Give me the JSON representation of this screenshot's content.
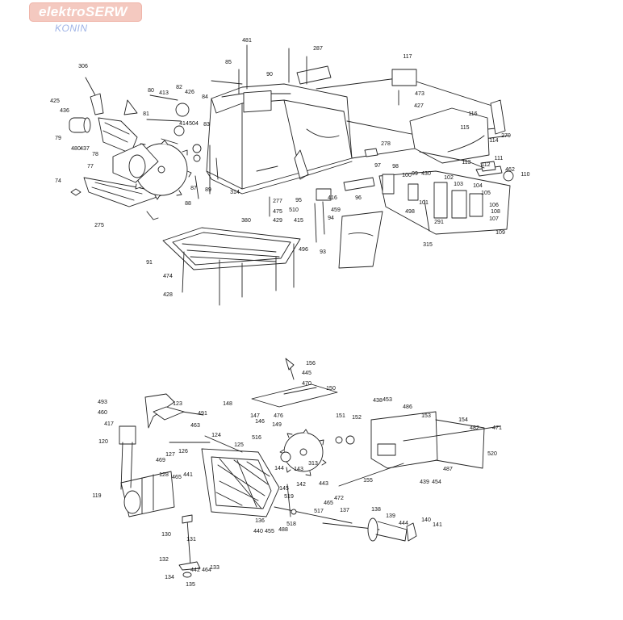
{
  "watermark": {
    "brand": "elektroSERW",
    "city": "KONIN"
  },
  "diagram": {
    "colors": {
      "line": "#222222",
      "fill": "#ffffff",
      "brand_bg": "#f4c9c0"
    },
    "top_part_numbers": [
      "481",
      "287",
      "85",
      "117",
      "90",
      "306",
      "80",
      "413",
      "82",
      "426",
      "84",
      "473",
      "427",
      "425",
      "436",
      "81",
      "414",
      "504",
      "83",
      "116",
      "115",
      "279",
      "114",
      "79",
      "480",
      "437",
      "78",
      "278",
      "111",
      "462",
      "77",
      "112",
      "113",
      "110",
      "97",
      "98",
      "100",
      "99",
      "430",
      "102",
      "103",
      "104",
      "105",
      "106",
      "74",
      "87",
      "89",
      "314",
      "277",
      "95",
      "416",
      "96",
      "88",
      "275",
      "475",
      "429",
      "510",
      "380",
      "459",
      "415",
      "94",
      "101",
      "498",
      "291",
      "108",
      "107",
      "109",
      "91",
      "496",
      "93",
      "315",
      "474",
      "428"
    ],
    "bottom_part_numbers": [
      "156",
      "445",
      "470",
      "493",
      "460",
      "417",
      "123",
      "491",
      "463",
      "148",
      "150",
      "147",
      "146",
      "476",
      "149",
      "438",
      "453",
      "486",
      "153",
      "154",
      "482",
      "471",
      "120",
      "124",
      "516",
      "151",
      "152",
      "469",
      "127",
      "126",
      "125",
      "128",
      "465",
      "441",
      "144",
      "143",
      "313",
      "520",
      "155",
      "487",
      "439",
      "454",
      "119",
      "472",
      "145",
      "519",
      "142",
      "443",
      "465",
      "517",
      "137",
      "130",
      "131",
      "136",
      "440",
      "455",
      "488",
      "518",
      "138",
      "139",
      "140",
      "444",
      "141",
      "132",
      "442",
      "464",
      "133",
      "134",
      "135"
    ]
  }
}
